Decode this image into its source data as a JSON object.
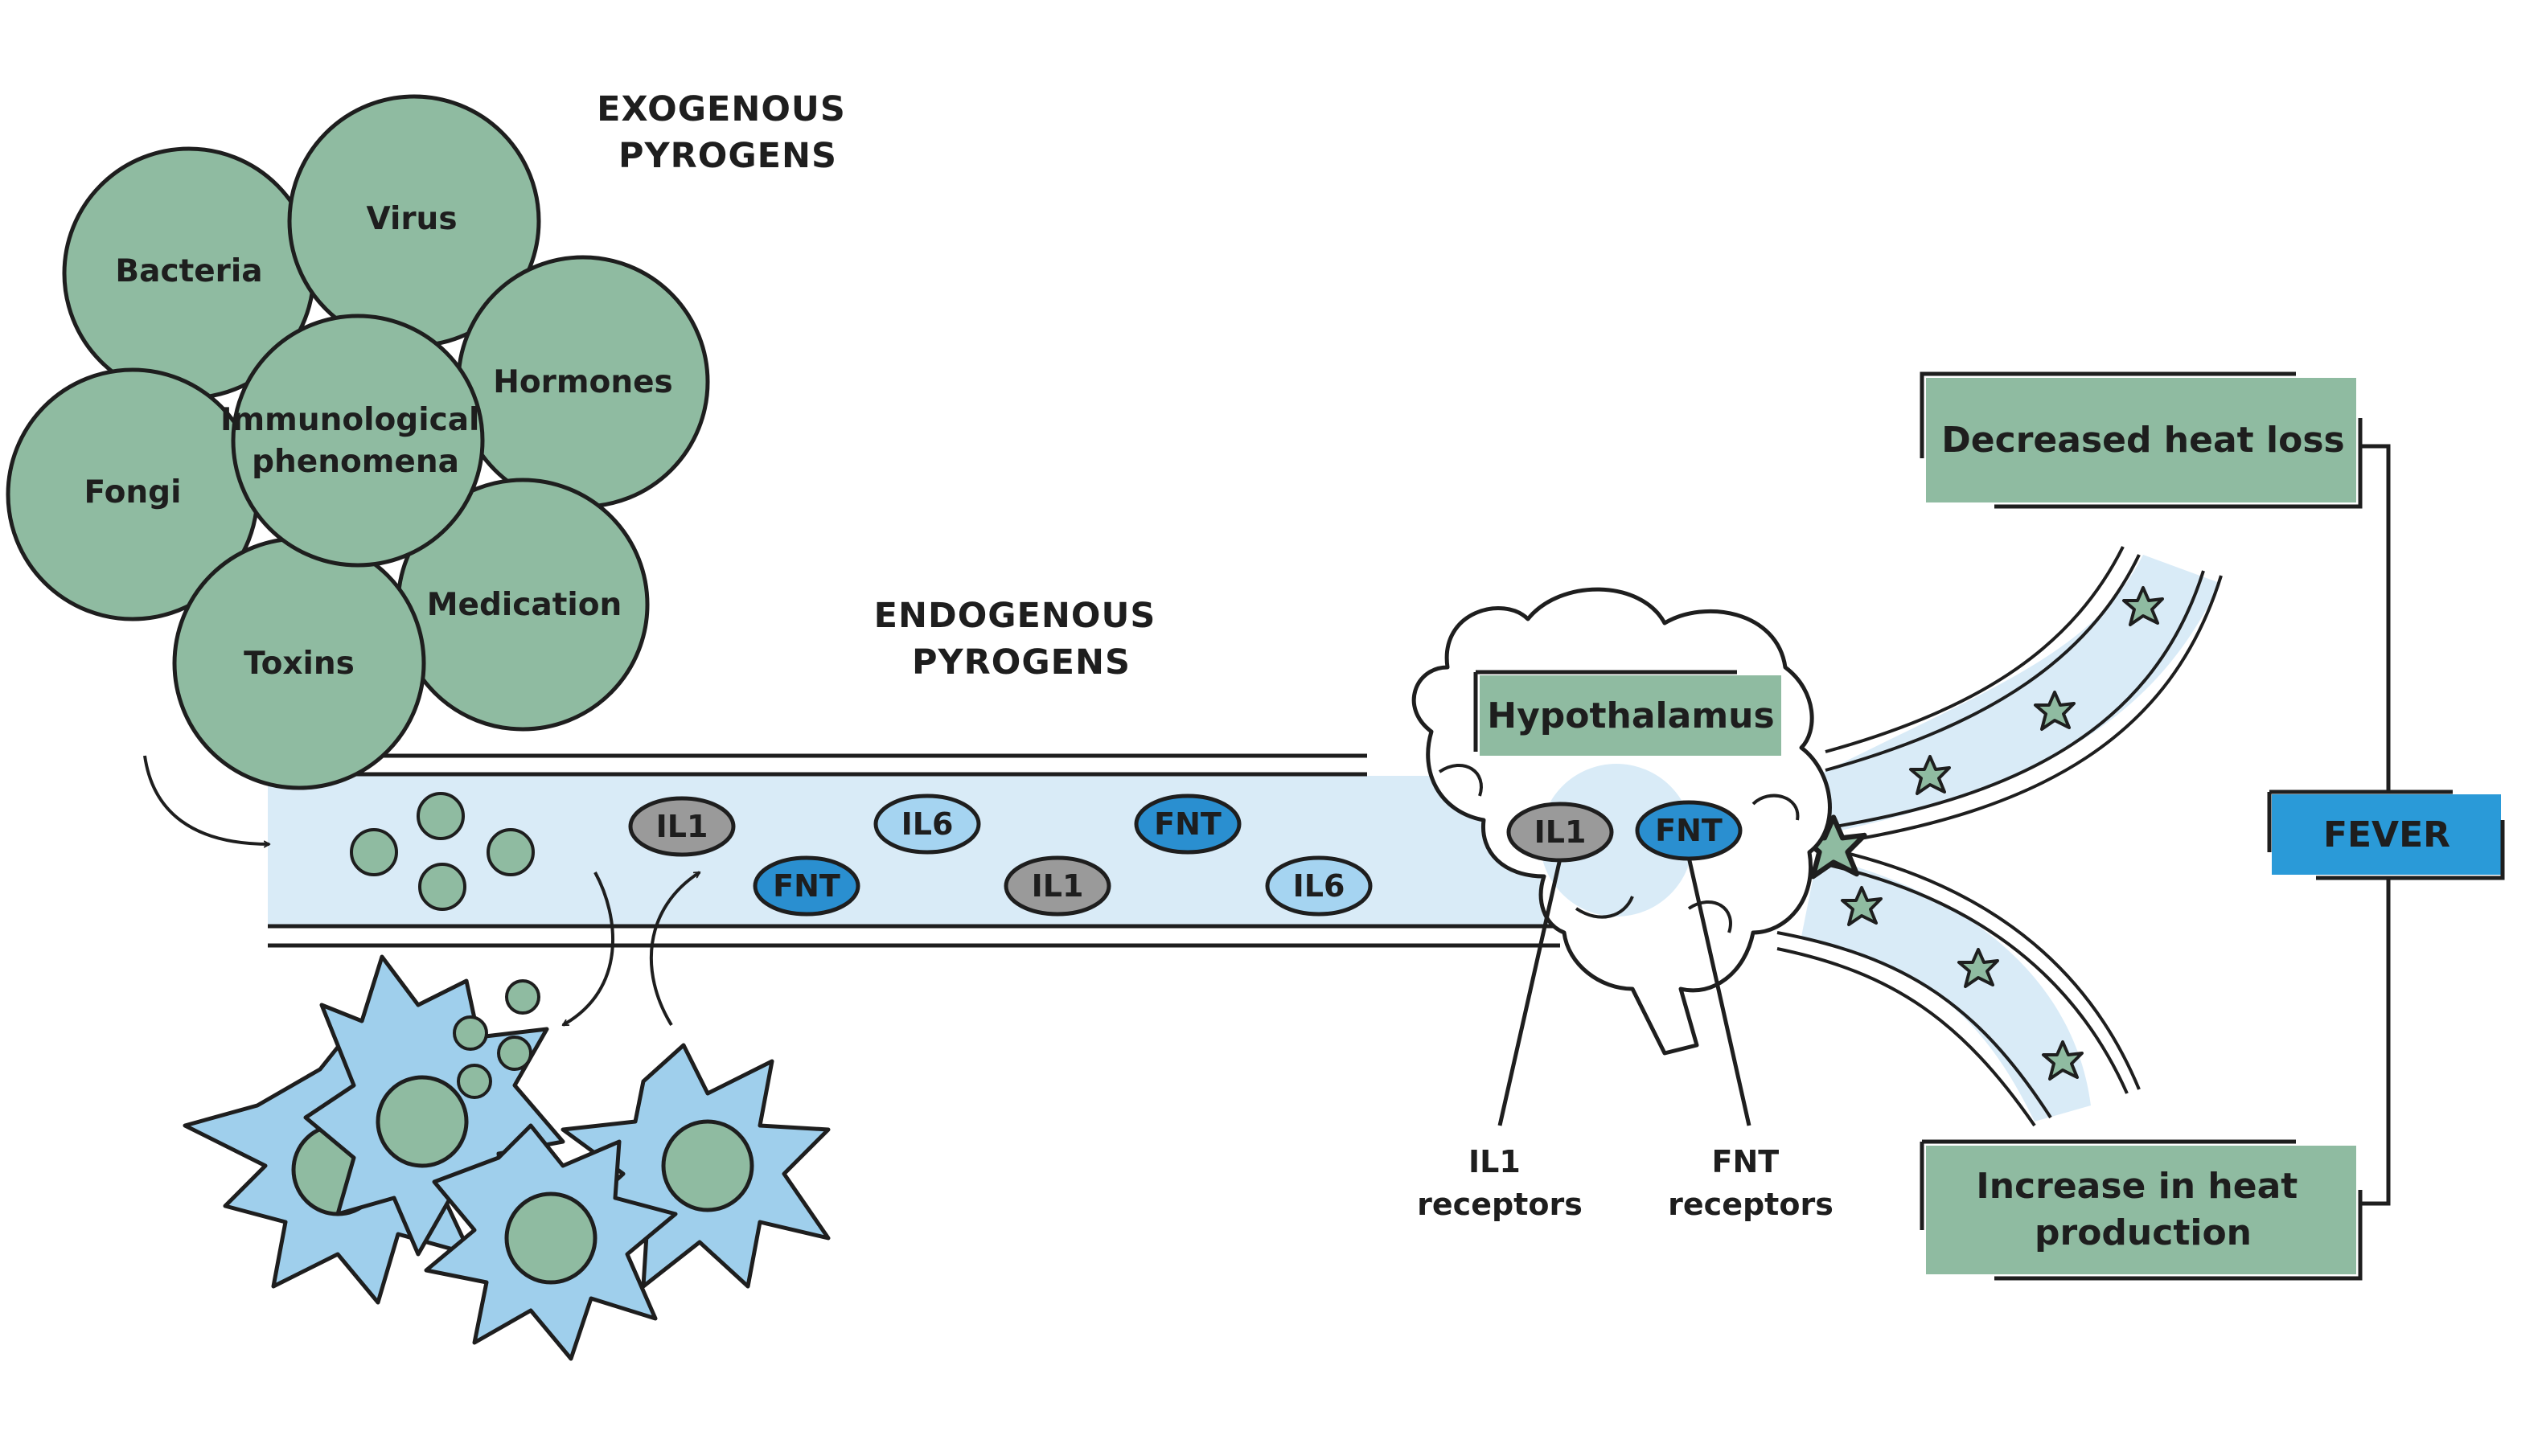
{
  "headings": {
    "exogenous": [
      "EXOGENOUS",
      "PYROGENS"
    ],
    "endogenous": [
      "ENDOGENOUS",
      "PYROGENS"
    ]
  },
  "exogenous_pyrogens": {
    "bacteria": [
      "Bacteria"
    ],
    "virus": [
      "Virus"
    ],
    "hormones": [
      "Hormones"
    ],
    "fongi": [
      "Fongi"
    ],
    "immunological": [
      "Immunological",
      "phenomena"
    ],
    "medication": [
      "Medication"
    ],
    "toxins": [
      "Toxins"
    ]
  },
  "molecules": {
    "il1_a": "IL1",
    "fnt_a": "FNT",
    "il6_a": "IL6",
    "il1_b": "IL1",
    "fnt_b": "FNT",
    "il6_b": "IL6",
    "il1_receptor": "IL1",
    "fnt_receptor": "FNT"
  },
  "hypothalamus": {
    "label": "Hypothalamus"
  },
  "receptor_labels": {
    "il1": [
      "IL1",
      "receptors"
    ],
    "fnt": [
      "FNT",
      "receptors"
    ]
  },
  "effects": {
    "decreased_heat_loss": [
      "Decreased heat loss"
    ],
    "increase_heat_production": [
      "Increase in heat",
      "production"
    ]
  },
  "fever": {
    "label": "FEVER"
  },
  "colors": {
    "green_circle": "#8fbba1",
    "vessel_fill": "#d9ebf7",
    "cell_fill": "#9fcfec",
    "il1_gray": "#9a9a9a",
    "fnt_blue": "#2a8fd0",
    "il6_light": "#a5d4f1",
    "effect_box": "#8fbba1",
    "fever_box": "#2a9ad8",
    "outline": "#1e1e1e"
  }
}
